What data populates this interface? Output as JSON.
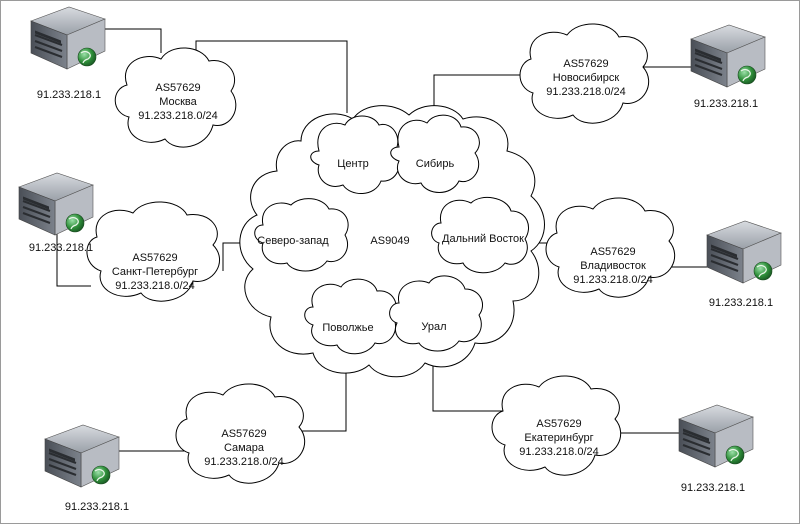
{
  "core": {
    "label": "AS9049",
    "regions": {
      "center": "Центр",
      "siberia": "Сибирь",
      "northwest": "Северо-запад",
      "far_east": "Дальний Восток",
      "volga": "Поволжье",
      "ural": "Урал"
    }
  },
  "sites": {
    "moscow": {
      "as": "AS57629",
      "city": "Москва",
      "net": "91.233.218.0/24",
      "server_ip": "91.233.218.1"
    },
    "spb": {
      "as": "AS57629",
      "city": "Санкт-Петербург",
      "net": "91.233.218.0/24",
      "server_ip": "91.233.218.1"
    },
    "samara": {
      "as": "AS57629",
      "city": "Самара",
      "net": "91.233.218.0/24",
      "server_ip": "91.233.218.1"
    },
    "novosib": {
      "as": "AS57629",
      "city": "Новосибирск",
      "net": "91.233.218.0/24",
      "server_ip": "91.233.218.1"
    },
    "vladivostok": {
      "as": "AS57629",
      "city": "Владивосток",
      "net": "91.233.218.0/24",
      "server_ip": "91.233.218.1"
    },
    "ekb": {
      "as": "AS57629",
      "city": "Екатеринбург",
      "net": "91.233.218.0/24",
      "server_ip": "91.233.218.1"
    }
  },
  "icons": {
    "server": "server-icon",
    "globe": "globe-icon",
    "cloud": "cloud-shape"
  },
  "colors": {
    "server_body": "#9aa0a8",
    "globe": "#2f8f3a",
    "line": "#000000"
  }
}
